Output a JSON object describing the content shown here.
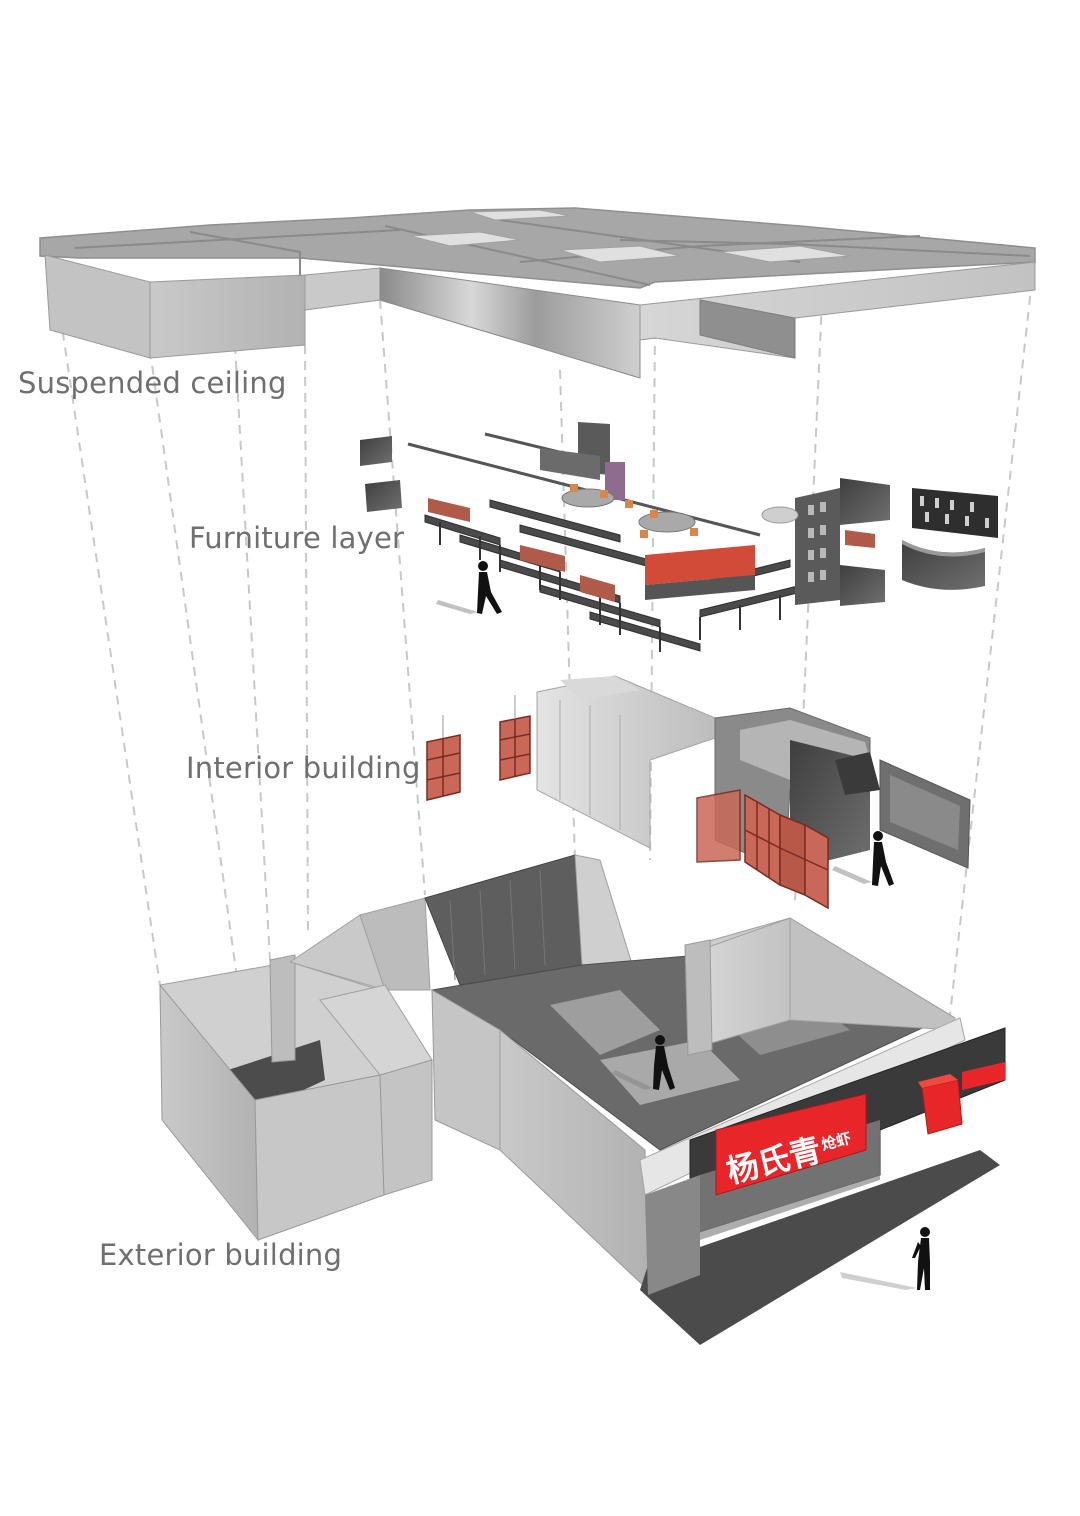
{
  "layers": [
    {
      "id": "ceiling",
      "label": "Suspended ceiling"
    },
    {
      "id": "furniture",
      "label": "Furniture layer"
    },
    {
      "id": "interior",
      "label": "Interior building"
    },
    {
      "id": "exterior",
      "label": "Exterior building"
    }
  ],
  "signage": {
    "main_text": "杨氏青",
    "sub_text": "炝虾"
  },
  "colors": {
    "concrete_light": "#d4d4d4",
    "concrete_mid": "#b9b9b9",
    "concrete_dark": "#9a9a9a",
    "floor_dark": "#5a5a5a",
    "accent_red": "#e8262a",
    "panel_red": "#c96858",
    "label_gray": "#6f6f6f",
    "guide_line": "#c8c8c8"
  }
}
